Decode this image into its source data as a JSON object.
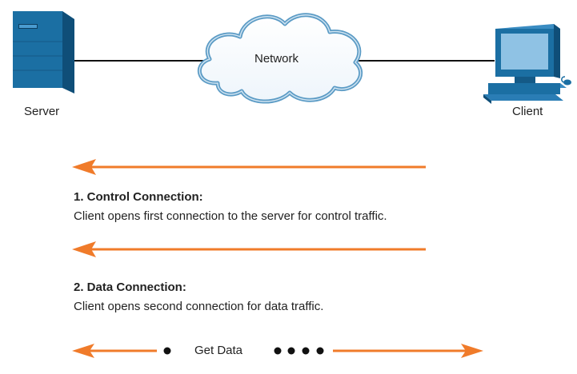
{
  "nodes": {
    "server_label": "Server",
    "network_label": "Network",
    "client_label": "Client"
  },
  "steps": [
    {
      "title": "1. Control Connection:",
      "description": "Client opens first connection to the server for control traffic."
    },
    {
      "title": "2. Data Connection:",
      "description": "Client opens second connection for data traffic."
    }
  ],
  "transfer": {
    "label": "Get Data"
  },
  "colors": {
    "arrow": "#f07b2a",
    "device_blue": "#1b6fa3",
    "cloud_stroke": "#5b9bc5",
    "link_line": "#111111"
  }
}
